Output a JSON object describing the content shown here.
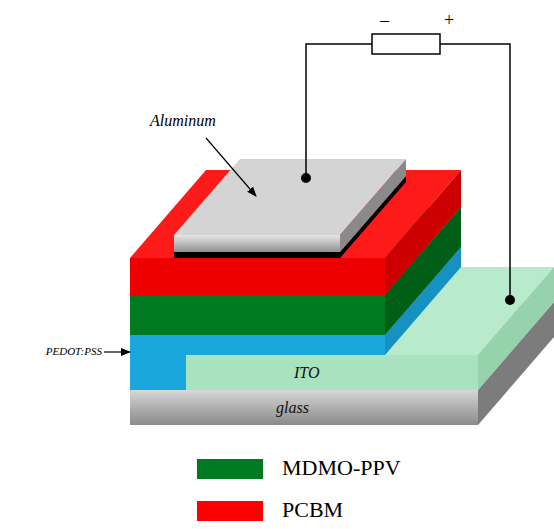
{
  "diagram": {
    "nodes": [
      {
        "text": [
          "ITO"
        ]
      },
      {
        "text": [
          "glass"
        ]
      }
    ],
    "labels": [
      "–",
      "+",
      "Aluminum",
      "PEDOT:PSS"
    ],
    "legend": [
      {
        "text": "MDMO-PPV",
        "color": "#007a20"
      },
      {
        "text": "PCBM",
        "color": "#ff0000"
      }
    ]
  }
}
